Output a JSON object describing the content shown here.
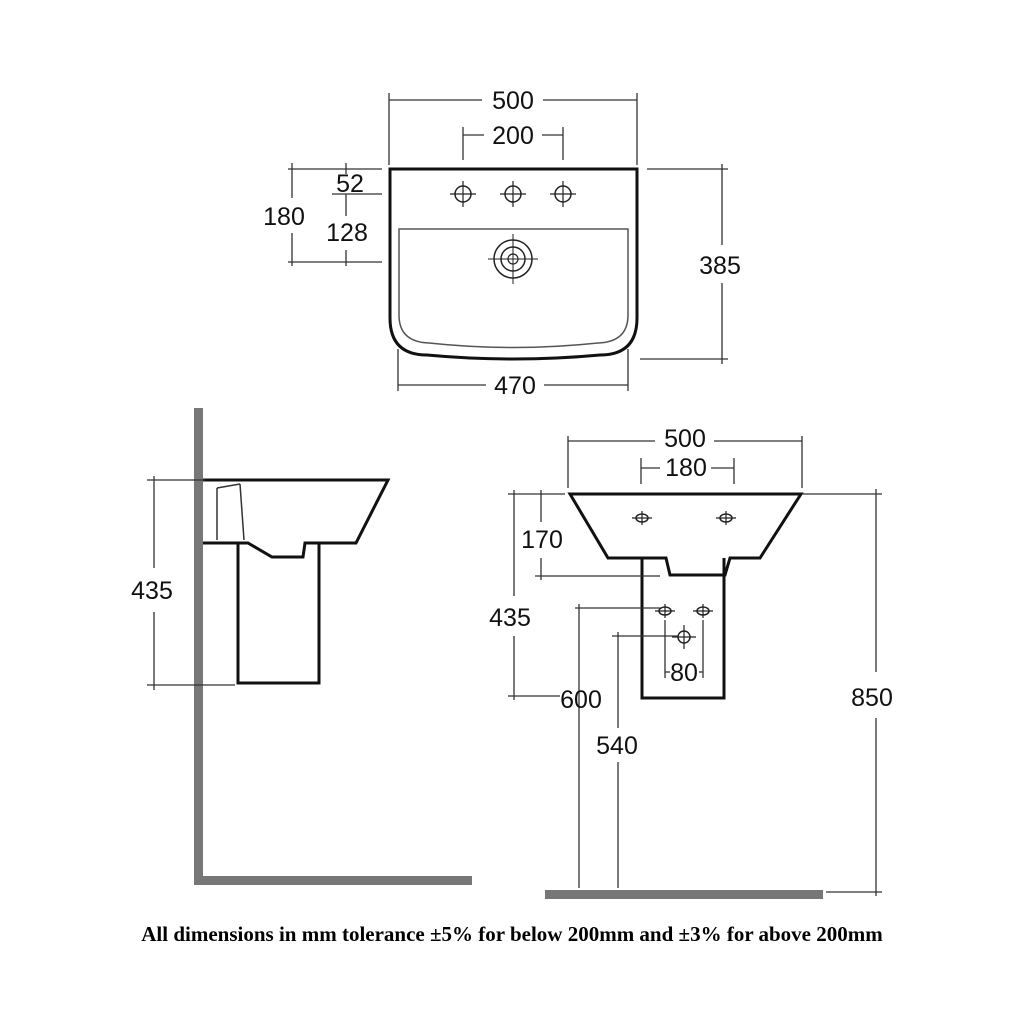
{
  "top_view": {
    "overall_width": "500",
    "tap_hole_span": "200",
    "tap_to_back": "52",
    "back_to_waste": "128",
    "back_to_bowl": "180",
    "projection": "385",
    "bowl_width": "470"
  },
  "side_view": {
    "pedestal_height": "435"
  },
  "front_view": {
    "overall_width": "500",
    "tap_hole_span": "180",
    "bowl_depth": "170",
    "pedestal_height": "435",
    "waste_centres": "80",
    "height_to_waste": "600",
    "height_to_trap": "540",
    "height_to_rim": "850"
  },
  "footnote": "All dimensions in mm tolerance ±5% for below 200mm and ±3% for above 200mm"
}
